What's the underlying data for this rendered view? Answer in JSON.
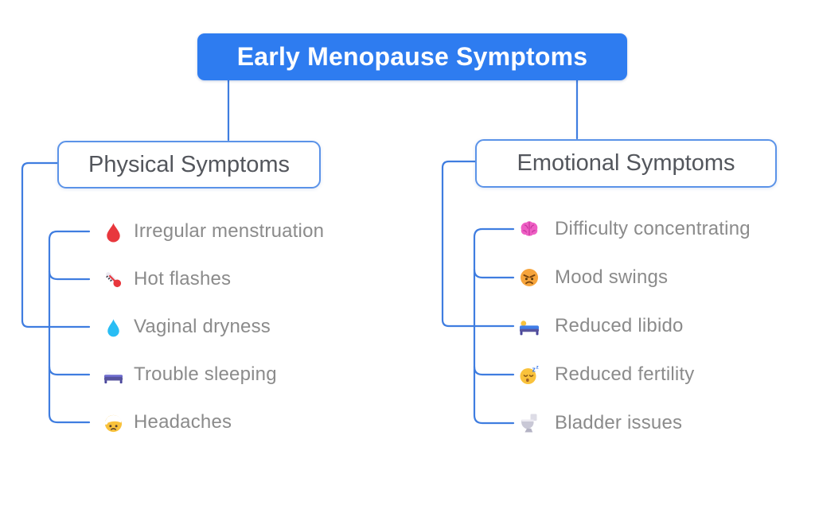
{
  "title": {
    "label": "Early Menopause Symptoms"
  },
  "branches": [
    {
      "label": "Physical Symptoms",
      "items": [
        {
          "icon": "blood-drop-icon",
          "label": "Irregular menstruation"
        },
        {
          "icon": "thermometer-icon",
          "label": "Hot flashes"
        },
        {
          "icon": "droplet-icon",
          "label": "Vaginal dryness"
        },
        {
          "icon": "bed-icon",
          "label": "Trouble sleeping"
        },
        {
          "icon": "bandaged-head-face-icon",
          "label": "Headaches"
        }
      ]
    },
    {
      "label": "Emotional Symptoms",
      "items": [
        {
          "icon": "brain-icon",
          "label": "Difficulty concentrating"
        },
        {
          "icon": "angry-face-icon",
          "label": "Mood swings"
        },
        {
          "icon": "person-in-bed-icon",
          "label": "Reduced libido"
        },
        {
          "icon": "sleeping-face-icon",
          "label": "Reduced fertility"
        },
        {
          "icon": "toilet-icon",
          "label": "Bladder issues"
        }
      ]
    }
  ],
  "colors": {
    "root_node_bg": "#2e7cf0",
    "root_node_text": "#ffffff",
    "branch_border": "#5b93e8",
    "connector": "#3f7de0",
    "branch_text": "#53565c",
    "item_text": "#8b8b8b",
    "background": "#ffffff"
  }
}
